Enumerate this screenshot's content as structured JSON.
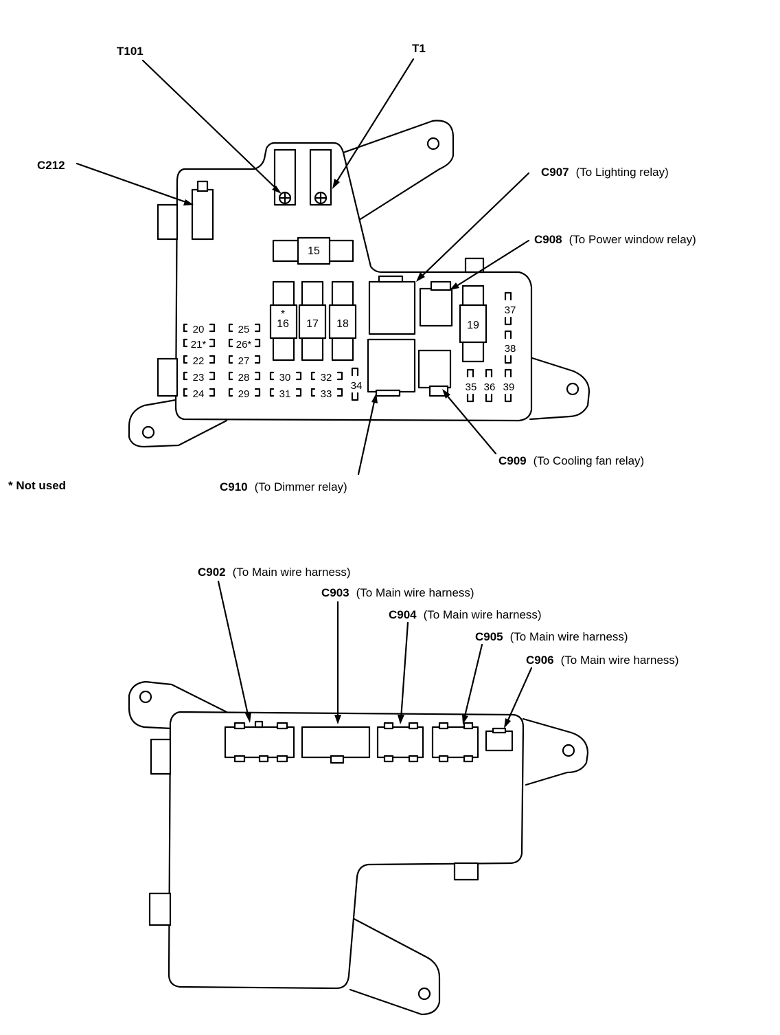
{
  "top_view": {
    "terminals": [
      {
        "code": "T101",
        "desc": ""
      },
      {
        "code": "T1",
        "desc": ""
      }
    ],
    "connectors": [
      {
        "id": "c212",
        "code": "C212",
        "desc": ""
      },
      {
        "id": "c907",
        "code": "C907",
        "desc": "(To Lighting relay)"
      },
      {
        "id": "c908",
        "code": "C908",
        "desc": "(To Power window relay)"
      },
      {
        "id": "c909",
        "code": "C909",
        "desc": "(To Cooling fan relay)"
      },
      {
        "id": "c910",
        "code": "C910",
        "desc": "(To Dimmer relay)"
      }
    ],
    "fuses": {
      "f15": "15",
      "f16": "16",
      "f17": "17",
      "f18": "18",
      "f19": "19",
      "f20": "20",
      "f21": "21*",
      "f22": "22",
      "f23": "23",
      "f24": "24",
      "f25": "25",
      "f26": "26*",
      "f27": "27",
      "f28": "28",
      "f29": "29",
      "f30": "30",
      "f31": "31",
      "f32": "32",
      "f33": "33",
      "f34": "34",
      "f35": "35",
      "f36": "36",
      "f37": "37",
      "f38": "38",
      "f39": "39",
      "star16": "*"
    },
    "note": "* Not used"
  },
  "bottom_view": {
    "connectors": [
      {
        "id": "c902",
        "code": "C902",
        "desc": "(To Main wire harness)"
      },
      {
        "id": "c903",
        "code": "C903",
        "desc": "(To Main wire harness)"
      },
      {
        "id": "c904",
        "code": "C904",
        "desc": "(To Main wire harness)"
      },
      {
        "id": "c905",
        "code": "C905",
        "desc": "(To Main wire harness)"
      },
      {
        "id": "c906",
        "code": "C906",
        "desc": "(To Main wire harness)"
      }
    ]
  }
}
